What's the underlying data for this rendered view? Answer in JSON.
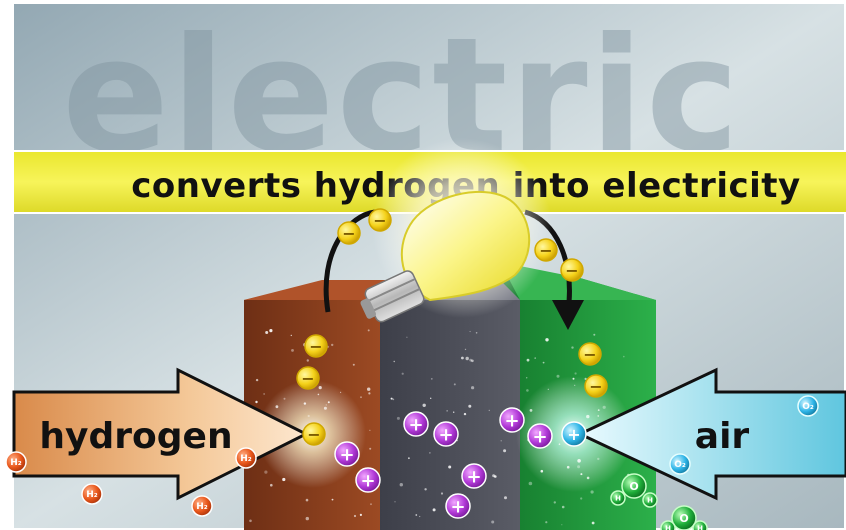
{
  "background_word": "electric",
  "banner": {
    "text": "converts hydrogen into electricity"
  },
  "arrows": {
    "left_label": "hydrogen",
    "right_label": "air"
  },
  "particles": {
    "electron_symbol": "−",
    "proton_symbol": "+",
    "hydrogen_label": "H₂",
    "oxygen_label": "O₂",
    "oxygen_atom_label": "O",
    "water_h_label": "H"
  },
  "colors": {
    "banner": "#f3ef3a",
    "anode": "#8a3f1f",
    "electrolyte": "#4a4c57",
    "cathode": "#1e9a3c",
    "electron": "#f5d21a",
    "proton": "#b23ad8",
    "hydrogen": "#e8561a",
    "oxygen": "#2fb5e8",
    "water": "#1fae3a"
  }
}
